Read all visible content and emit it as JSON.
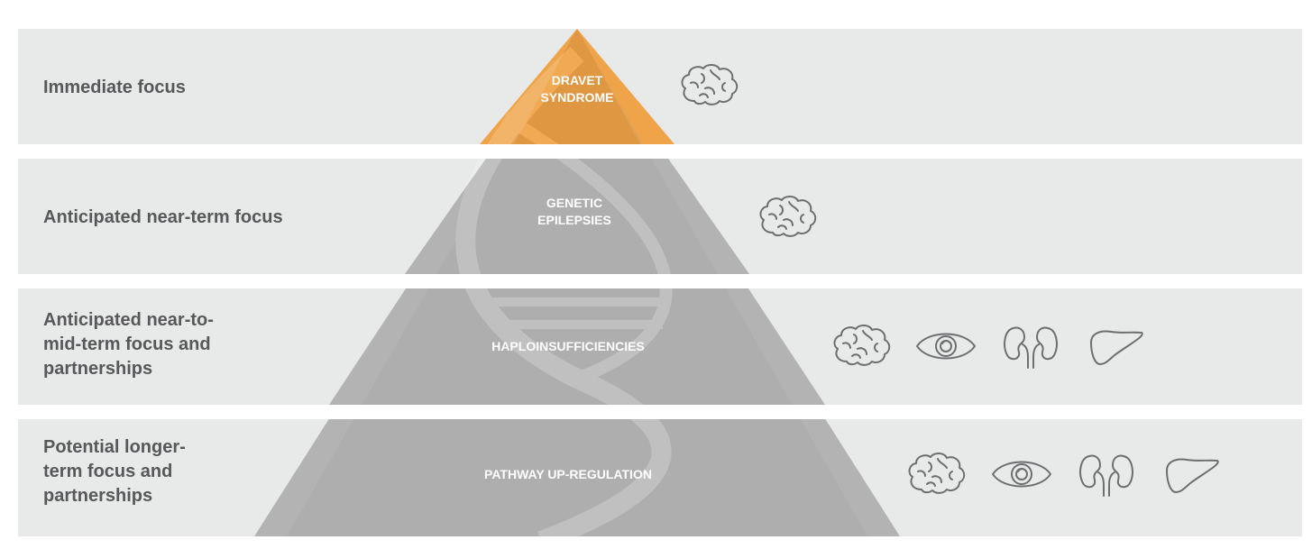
{
  "rows": [
    {
      "label": "Immediate focus",
      "tier": "DRAVET SYNDROME",
      "icons": [
        "brain-icon"
      ]
    },
    {
      "label": "Anticipated near-term focus",
      "tier": "GENETIC EPILEPSIES",
      "icons": [
        "brain-icon"
      ]
    },
    {
      "label": "Anticipated near-to-mid-term focus and partnerships",
      "tier": "HAPLOINSUFFICIENCIES",
      "icons": [
        "brain-icon",
        "eye-icon",
        "kidneys-icon",
        "liver-icon"
      ]
    },
    {
      "label": "Potential longer-term focus and partnerships",
      "tier": "PATHWAY UP-REGULATION",
      "icons": [
        "brain-icon",
        "eye-icon",
        "kidneys-icon",
        "liver-icon"
      ]
    }
  ],
  "colors": {
    "band": "#e8e9e9",
    "pyramid": "#b3b3b3",
    "apex": "#f0a449",
    "label_text": "#58585a",
    "icon_stroke": "#6d6e70"
  }
}
